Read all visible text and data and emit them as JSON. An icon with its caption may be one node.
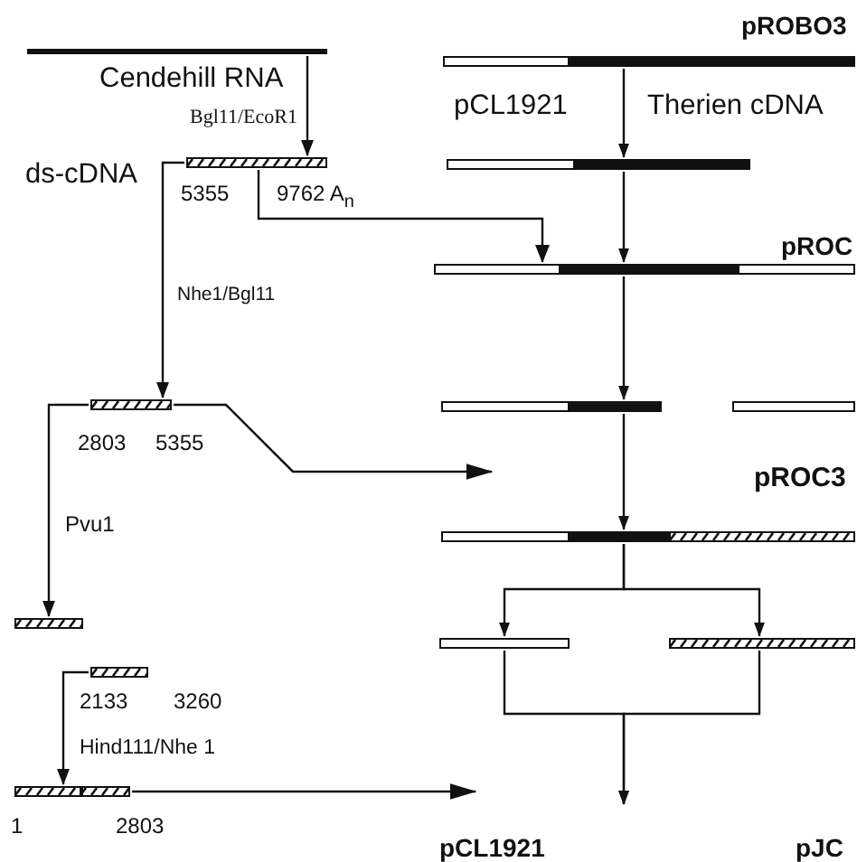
{
  "diagram": {
    "nodes": [
      {
        "text": [],
        "shape": "bar",
        "beside": [
          "Cendehill RNA"
        ]
      },
      {
        "text": [],
        "shape": "bar",
        "beside": [
          "ds-cDNA",
          "5355",
          "9762 A$_{n}$"
        ]
      },
      {
        "text": [],
        "shape": "bar",
        "beside": [
          "2803",
          "5355"
        ]
      },
      {
        "text": [],
        "shape": "bar"
      },
      {
        "text": [],
        "shape": "bar",
        "beside": [
          "2133",
          "3260"
        ]
      },
      {
        "text": [],
        "shape": "bar",
        "beside": [
          "1",
          "2803"
        ]
      },
      {
        "text": [],
        "shape": "bar",
        "beside": [
          "pROBO3",
          "pCL1921",
          "Therien cDNA"
        ]
      },
      {
        "text": [],
        "shape": "bar"
      },
      {
        "text": [],
        "shape": "bar",
        "beside": [
          "pROC"
        ]
      },
      {
        "text": [],
        "shape": "bar"
      },
      {
        "text": [],
        "shape": "bar"
      },
      {
        "text": [],
        "shape": "bar",
        "beside": [
          "pROC3"
        ]
      },
      {
        "text": [],
        "shape": "bar"
      },
      {
        "text": [],
        "shape": "bar"
      }
    ],
    "edges": [
      {
        "from": 0,
        "to": 1,
        "arrow": "to",
        "label": "Bgl11/EcoR1"
      },
      {
        "from": 1,
        "to": 2,
        "arrow": "to",
        "label": "Nhe1/Bgl11"
      },
      {
        "from": 2,
        "to": 3,
        "arrow": "to",
        "label": "Pvu1"
      },
      {
        "from": 4,
        "to": 5,
        "arrow": "to",
        "label": "Hind111/Nhe 1"
      },
      {
        "from": 1,
        "to": 8,
        "arrow": "to"
      },
      {
        "from": 2,
        "to": null,
        "arrow": "to"
      },
      {
        "from": 5,
        "to": null,
        "arrow": "to"
      },
      {
        "from": 6,
        "to": 7,
        "arrow": "to"
      },
      {
        "from": 7,
        "to": 8,
        "arrow": "to"
      },
      {
        "from": 8,
        "to": 9,
        "arrow": "to"
      },
      {
        "from": 9,
        "to": 11,
        "arrow": "to"
      },
      {
        "from": 11,
        "to": 12,
        "arrow": "to"
      },
      {
        "from": 11,
        "to": 13,
        "arrow": "to"
      },
      {
        "from": 12,
        "to": null,
        "arrow": "to"
      },
      {
        "from": 13,
        "to": null,
        "arrow": "to"
      }
    ],
    "labels": [
      "pCL1921",
      "pJC"
    ]
  }
}
